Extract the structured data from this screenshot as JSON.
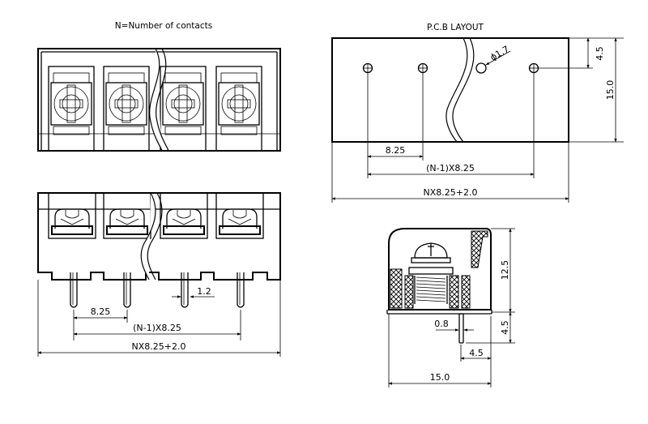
{
  "titles": {
    "front_view": "N=Number of contacts",
    "pcb_layout": "P.C.B LAYOUT"
  },
  "front_view_labels": {
    "pitch": "8.25",
    "span": "(N-1)X8.25",
    "total": "NX8.25+2.0",
    "pin_width": "1.2"
  },
  "pcb_labels": {
    "hole_diameter": "ϕ1.7",
    "edge_to_hole": "4.5",
    "depth": "15.0",
    "pitch": "8.25",
    "span": "(N-1)X8.25",
    "total": "NX8.25+2.0"
  },
  "side_view_labels": {
    "body_height": "12.5",
    "pin_length": "4.5",
    "pin_thickness": "0.8",
    "pin_offset": "4.5",
    "body_width": "15.0"
  },
  "contacts_shown": 4
}
